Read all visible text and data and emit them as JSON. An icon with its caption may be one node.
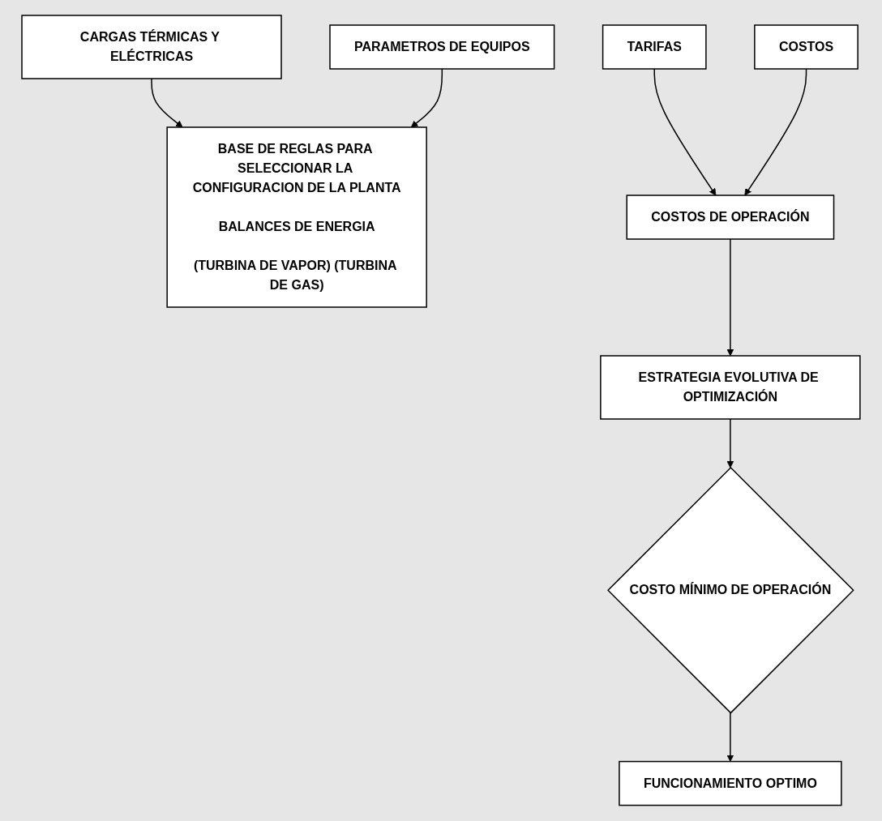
{
  "diagram": {
    "nodes": [
      {
        "text": [
          "CARGAS TÉRMICAS Y ELÉCTRICAS"
        ]
      },
      {
        "text": [
          "BASE DE REGLAS PARA SELECCIONAR LA CONFIGURACION DE LA PLANTA",
          "BALANCES DE ENERGIA",
          "(TURBINA DE VAPOR) (TURBINA DE GAS)"
        ]
      },
      {
        "text": [
          "PARAMETROS DE EQUIPOS"
        ]
      },
      {
        "text": [
          "TARIFAS"
        ]
      },
      {
        "text": [
          "COSTOS"
        ]
      },
      {
        "text": [
          "COSTOS DE OPERACIÓN"
        ]
      },
      {
        "text": [
          "ESTRATEGIA EVOLUTIVA DE OPTIMIZACIÓN"
        ]
      },
      {
        "text": [
          "COSTO MÍNIMO DE OPERACIÓN"
        ]
      },
      {
        "text": [
          "FUNCIONAMIENTO OPTIMO"
        ]
      }
    ],
    "edges": [
      {
        "from": 0,
        "to": 1,
        "arrow": "to"
      },
      {
        "from": 2,
        "to": 1,
        "arrow": "to"
      },
      {
        "from": 3,
        "to": 5,
        "arrow": "to"
      },
      {
        "from": 4,
        "to": 5,
        "arrow": "to"
      },
      {
        "from": 5,
        "to": 6,
        "arrow": "to"
      },
      {
        "from": 6,
        "to": 7,
        "arrow": "to"
      },
      {
        "from": 7,
        "to": 8,
        "arrow": "to"
      }
    ]
  }
}
